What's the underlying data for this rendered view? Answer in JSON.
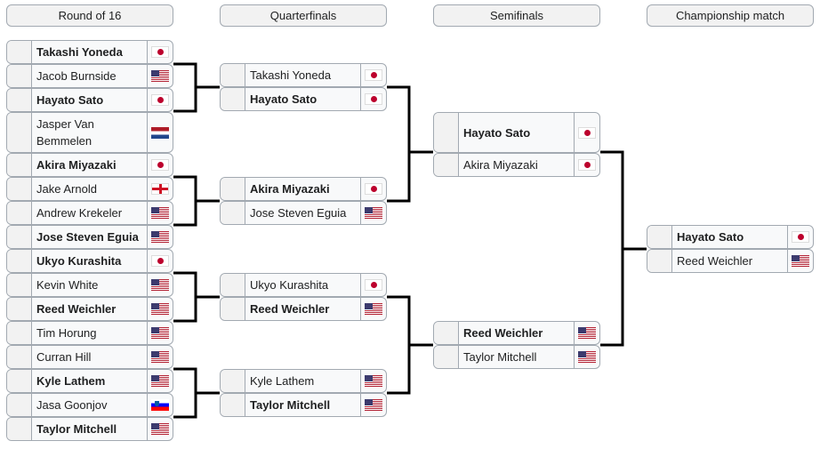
{
  "rounds": [
    "Round of 16",
    "Quarterfinals",
    "Semifinals",
    "Championship match"
  ],
  "round_of_16": [
    {
      "name": "Takashi Yoneda",
      "flag": "jp",
      "winner": true
    },
    {
      "name": "Jacob Burnside",
      "flag": "us",
      "winner": false
    },
    {
      "name": "Hayato Sato",
      "flag": "jp",
      "winner": true
    },
    {
      "name": "Jasper Van Bemmelen",
      "flag": "nl",
      "winner": false
    },
    {
      "name": "Akira Miyazaki",
      "flag": "jp",
      "winner": true
    },
    {
      "name": "Jake Arnold",
      "flag": "en",
      "winner": false
    },
    {
      "name": "Andrew Krekeler",
      "flag": "us",
      "winner": false
    },
    {
      "name": "Jose Steven Eguia",
      "flag": "us",
      "winner": true
    },
    {
      "name": "Ukyo Kurashita",
      "flag": "jp",
      "winner": true
    },
    {
      "name": "Kevin White",
      "flag": "us",
      "winner": false
    },
    {
      "name": "Reed Weichler",
      "flag": "us",
      "winner": true
    },
    {
      "name": "Tim Horung",
      "flag": "us",
      "winner": false
    },
    {
      "name": "Curran Hill",
      "flag": "us",
      "winner": false
    },
    {
      "name": "Kyle Lathem",
      "flag": "us",
      "winner": true
    },
    {
      "name": "Jasa Goonjov",
      "flag": "si",
      "winner": false
    },
    {
      "name": "Taylor Mitchell",
      "flag": "us",
      "winner": true
    }
  ],
  "quarterfinals": [
    {
      "name": "Takashi Yoneda",
      "flag": "jp",
      "winner": false
    },
    {
      "name": "Hayato Sato",
      "flag": "jp",
      "winner": true
    },
    {
      "name": "Akira Miyazaki",
      "flag": "jp",
      "winner": true
    },
    {
      "name": "Jose Steven Eguia",
      "flag": "us",
      "winner": false
    },
    {
      "name": "Ukyo Kurashita",
      "flag": "jp",
      "winner": false
    },
    {
      "name": "Reed Weichler",
      "flag": "us",
      "winner": true
    },
    {
      "name": "Kyle Lathem",
      "flag": "us",
      "winner": false
    },
    {
      "name": "Taylor Mitchell",
      "flag": "us",
      "winner": true
    }
  ],
  "semifinals": [
    {
      "name": "Hayato Sato",
      "flag": "jp",
      "winner": true
    },
    {
      "name": "Akira Miyazaki",
      "flag": "jp",
      "winner": false
    },
    {
      "name": "Reed Weichler",
      "flag": "us",
      "winner": true
    },
    {
      "name": "Taylor Mitchell",
      "flag": "us",
      "winner": false
    }
  ],
  "championship": [
    {
      "name": "Hayato Sato",
      "flag": "jp",
      "winner": true
    },
    {
      "name": "Reed Weichler",
      "flag": "us",
      "winner": false
    }
  ],
  "colors": {
    "border": "#a2a9b1",
    "header_bg": "#f2f2f2",
    "slot_bg": "#f8f9fa",
    "line": "#000000"
  }
}
